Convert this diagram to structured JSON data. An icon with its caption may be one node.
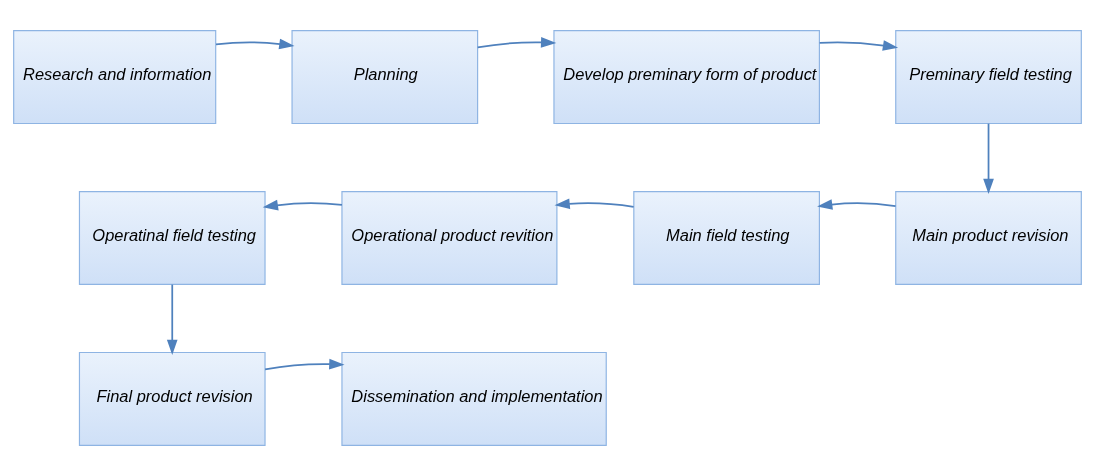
{
  "diagram": {
    "nodes": [
      {
        "text": [
          "Research and information"
        ]
      },
      {
        "text": [
          "Planning"
        ]
      },
      {
        "text": [
          "Develop preminary form of product"
        ]
      },
      {
        "text": [
          "Preminary field testing"
        ]
      },
      {
        "text": [
          "Operatinal field testing"
        ]
      },
      {
        "text": [
          "Operational product revition"
        ]
      },
      {
        "text": [
          "Main field testing"
        ]
      },
      {
        "text": [
          "Main product revision"
        ]
      },
      {
        "text": [
          "Final product revision"
        ]
      },
      {
        "text": [
          "Dissemination and implementation"
        ]
      }
    ],
    "edges": [
      {
        "from": 0,
        "to": 1,
        "arrow": "to"
      },
      {
        "from": 1,
        "to": 2,
        "arrow": "to"
      },
      {
        "from": 2,
        "to": 3,
        "arrow": "to"
      },
      {
        "from": 3,
        "to": 7,
        "arrow": "to"
      },
      {
        "from": 7,
        "to": 6,
        "arrow": "to"
      },
      {
        "from": 6,
        "to": 5,
        "arrow": "to"
      },
      {
        "from": 5,
        "to": 4,
        "arrow": "to"
      },
      {
        "from": 4,
        "to": 8,
        "arrow": "to"
      },
      {
        "from": 8,
        "to": 9,
        "arrow": "to"
      }
    ]
  }
}
